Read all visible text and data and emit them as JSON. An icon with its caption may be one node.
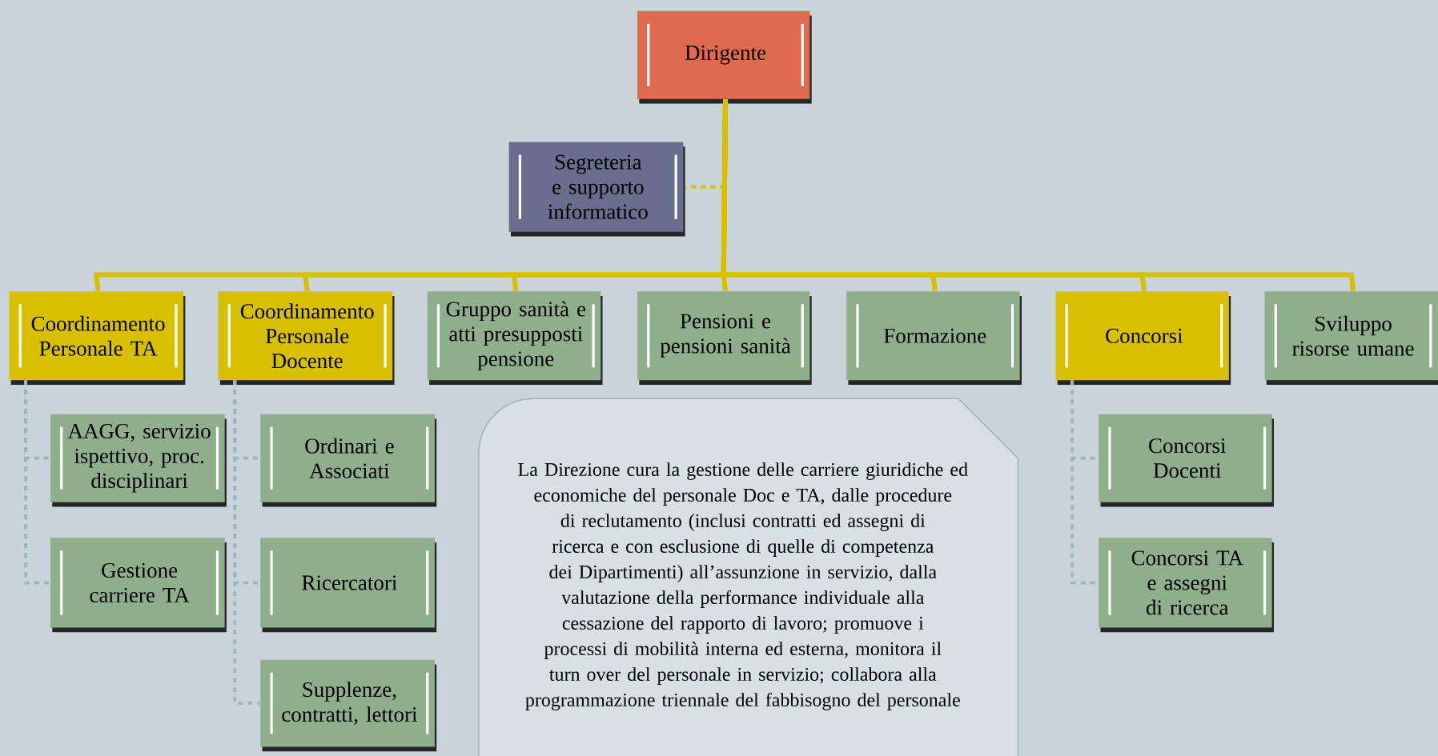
{
  "diagram": {
    "nodes": [
      {
        "text": [
          "Dirigente"
        ]
      },
      {
        "text": [
          "Segreteria e supporto informatico"
        ]
      },
      {
        "text": [
          "Coordinamento Personale TA"
        ]
      },
      {
        "text": [
          "Coordinamento Personale Docente"
        ]
      },
      {
        "text": [
          "Gruppo sanità e atti presupposti pensione"
        ]
      },
      {
        "text": [
          "Pensioni e pensioni sanità"
        ]
      },
      {
        "text": [
          "Formazione"
        ]
      },
      {
        "text": [
          "Concorsi"
        ]
      },
      {
        "text": [
          "Sviluppo risorse umane"
        ]
      },
      {
        "text": [
          "AAGG, servizio ispettivo, proc. disciplinari"
        ]
      },
      {
        "text": [
          "Gestione carriere TA"
        ]
      },
      {
        "text": [
          "Ordinari e Associati"
        ]
      },
      {
        "text": [
          "Ricercatori"
        ]
      },
      {
        "text": [
          "Supplenze, contratti, lettori"
        ]
      },
      {
        "text": [
          "Concorsi Docenti"
        ]
      },
      {
        "text": [
          "Concorsi TA e assegni di ricerca"
        ]
      },
      {
        "text": [
          "La Direzione cura la gestione delle carriere giuridiche ed economiche del personale Doc e TA, dalle procedure di reclutamento (inclusi contratti ed assegni di ricerca e con esclusione di quelle di competenza dei Dipartimenti) all’assunzione in servizio, dalla valutazione della performance individuale alla cessazione del rapporto di lavoro; promuove i processi di mobilità interna ed esterna, monitora il turn over del personale in servizio; collabora alla programmazione triennale del fabbisogno del personale"
        ]
      }
    ],
    "edges": [
      {
        "from": 0,
        "to": 1,
        "arrow": "none",
        "style": "dashed"
      },
      {
        "from": 0,
        "to": 2,
        "arrow": "none"
      },
      {
        "from": 0,
        "to": 3,
        "arrow": "none"
      },
      {
        "from": 0,
        "to": 4,
        "arrow": "none"
      },
      {
        "from": 0,
        "to": 5,
        "arrow": "none"
      },
      {
        "from": 0,
        "to": 6,
        "arrow": "none"
      },
      {
        "from": 0,
        "to": 7,
        "arrow": "none"
      },
      {
        "from": 0,
        "to": 8,
        "arrow": "none"
      },
      {
        "from": 2,
        "to": 9,
        "arrow": "none",
        "style": "dashed",
        "color": "#9db6c2"
      },
      {
        "from": 2,
        "to": 10,
        "arrow": "none",
        "style": "dashed",
        "color": "#9db6c2"
      },
      {
        "from": 3,
        "to": 11,
        "arrow": "none",
        "style": "dashed",
        "color": "#9db6c2"
      },
      {
        "from": 3,
        "to": 12,
        "arrow": "none",
        "style": "dashed",
        "color": "#9db6c2"
      },
      {
        "from": 3,
        "to": 13,
        "arrow": "none",
        "style": "dashed",
        "color": "#9db6c2"
      },
      {
        "from": 7,
        "to": 14,
        "arrow": "none",
        "style": "dashed",
        "color": "#9db6c2"
      },
      {
        "from": 7,
        "to": 15,
        "arrow": "none",
        "style": "dashed",
        "color": "#9db6c2"
      }
    ]
  }
}
